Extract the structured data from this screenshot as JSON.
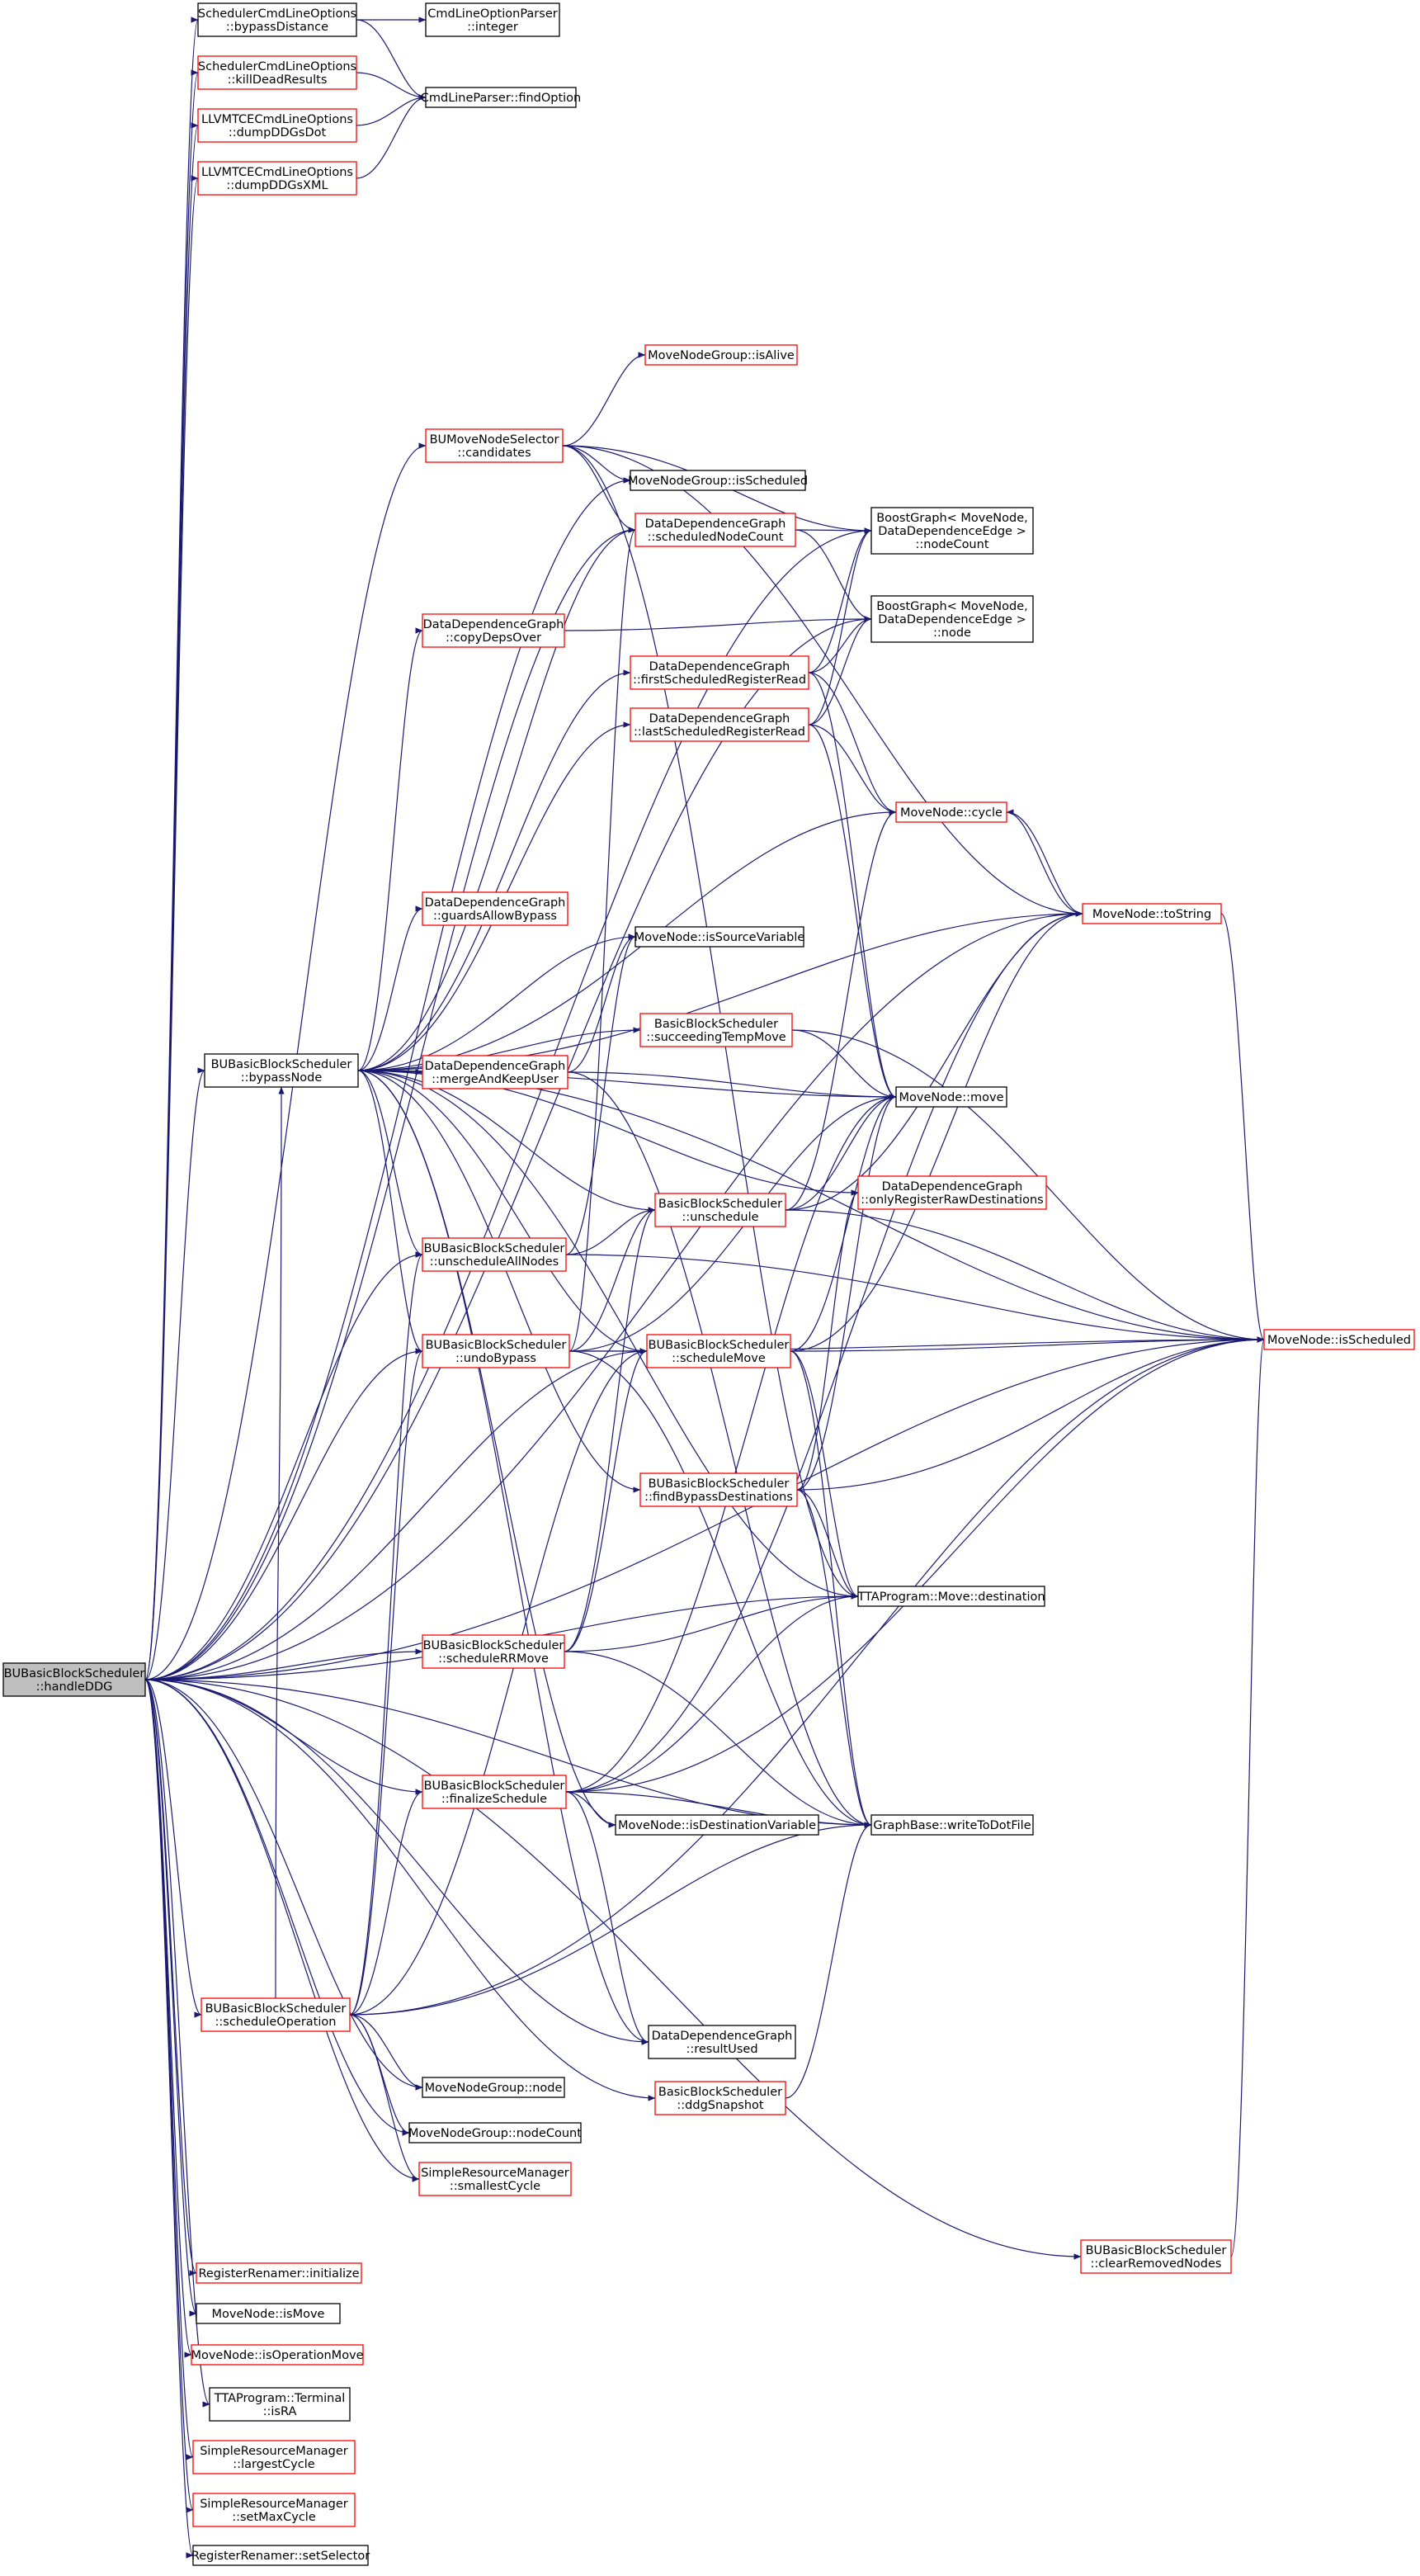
{
  "colors": {
    "edge": "#191970",
    "red_border": "#ff0000",
    "black_border": "#000000",
    "root_fill": "#bfbfbf",
    "node_fill": "#ffffff"
  },
  "nodes": [
    {
      "id": "handleDDG",
      "lines": [
        "BUBasicBlockScheduler",
        "::handleDDG"
      ],
      "style": "root"
    },
    {
      "id": "bypassDistance",
      "lines": [
        "SchedulerCmdLineOptions",
        "::bypassDistance"
      ],
      "style": "black"
    },
    {
      "id": "integer",
      "lines": [
        "CmdLineOptionParser",
        "::integer"
      ],
      "style": "black"
    },
    {
      "id": "killDeadResults",
      "lines": [
        "SchedulerCmdLineOptions",
        "::killDeadResults"
      ],
      "style": "red"
    },
    {
      "id": "findOption",
      "lines": [
        "CmdLineParser::findOption"
      ],
      "style": "black"
    },
    {
      "id": "dumpDDGsDot",
      "lines": [
        "LLVMTCECmdLineOptions",
        "::dumpDDGsDot"
      ],
      "style": "red"
    },
    {
      "id": "dumpDDGsXML",
      "lines": [
        "LLVMTCECmdLineOptions",
        "::dumpDDGsXML"
      ],
      "style": "red"
    },
    {
      "id": "isAlive",
      "lines": [
        "MoveNodeGroup::isAlive"
      ],
      "style": "red"
    },
    {
      "id": "candidates",
      "lines": [
        "BUMoveNodeSelector",
        "::candidates"
      ],
      "style": "red"
    },
    {
      "id": "isScheduledGroup",
      "lines": [
        "MoveNodeGroup::isScheduled"
      ],
      "style": "black"
    },
    {
      "id": "scheduledNodeCount",
      "lines": [
        "DataDependenceGraph",
        "::scheduledNodeCount"
      ],
      "style": "red"
    },
    {
      "id": "bgNodeCount",
      "lines": [
        "BoostGraph< MoveNode,",
        "DataDependenceEdge >",
        "::nodeCount"
      ],
      "style": "black"
    },
    {
      "id": "bgNode",
      "lines": [
        "BoostGraph< MoveNode,",
        "DataDependenceEdge >",
        "::node"
      ],
      "style": "black"
    },
    {
      "id": "copyDepsOver",
      "lines": [
        "DataDependenceGraph",
        "::copyDepsOver"
      ],
      "style": "red"
    },
    {
      "id": "firstScheduledRegisterRead",
      "lines": [
        "DataDependenceGraph",
        "::firstScheduledRegisterRead"
      ],
      "style": "red"
    },
    {
      "id": "lastScheduledRegisterRead",
      "lines": [
        "DataDependenceGraph",
        "::lastScheduledRegisterRead"
      ],
      "style": "red"
    },
    {
      "id": "cycle",
      "lines": [
        "MoveNode::cycle"
      ],
      "style": "red"
    },
    {
      "id": "toString",
      "lines": [
        "MoveNode::toString"
      ],
      "style": "red"
    },
    {
      "id": "guardsAllowBypass",
      "lines": [
        "DataDependenceGraph",
        "::guardsAllowBypass"
      ],
      "style": "red"
    },
    {
      "id": "isSourceVariable",
      "lines": [
        "MoveNode::isSourceVariable"
      ],
      "style": "black"
    },
    {
      "id": "succeedingTempMove",
      "lines": [
        "BasicBlockScheduler",
        "::succeedingTempMove"
      ],
      "style": "red"
    },
    {
      "id": "bypassNode",
      "lines": [
        "BUBasicBlockScheduler",
        "::bypassNode"
      ],
      "style": "black"
    },
    {
      "id": "mergeAndKeepUser",
      "lines": [
        "DataDependenceGraph",
        "::mergeAndKeepUser"
      ],
      "style": "red"
    },
    {
      "id": "move",
      "lines": [
        "MoveNode::move"
      ],
      "style": "black"
    },
    {
      "id": "onlyRegisterRawDestinations",
      "lines": [
        "DataDependenceGraph",
        "::onlyRegisterRawDestinations"
      ],
      "style": "red"
    },
    {
      "id": "unschedule",
      "lines": [
        "BasicBlockScheduler",
        "::unschedule"
      ],
      "style": "red"
    },
    {
      "id": "unscheduleAllNodes",
      "lines": [
        "BUBasicBlockScheduler",
        "::unscheduleAllNodes"
      ],
      "style": "red"
    },
    {
      "id": "undoBypass",
      "lines": [
        "BUBasicBlockScheduler",
        "::undoBypass"
      ],
      "style": "red"
    },
    {
      "id": "scheduleMove",
      "lines": [
        "BUBasicBlockScheduler",
        "::scheduleMove"
      ],
      "style": "red"
    },
    {
      "id": "isScheduledNode",
      "lines": [
        "MoveNode::isScheduled"
      ],
      "style": "red"
    },
    {
      "id": "findBypassDestinations",
      "lines": [
        "BUBasicBlockScheduler",
        "::findBypassDestinations"
      ],
      "style": "red"
    },
    {
      "id": "destination",
      "lines": [
        "TTAProgram::Move::destination"
      ],
      "style": "black"
    },
    {
      "id": "scheduleRRMove",
      "lines": [
        "BUBasicBlockScheduler",
        "::scheduleRRMove"
      ],
      "style": "red"
    },
    {
      "id": "finalizeSchedule",
      "lines": [
        "BUBasicBlockScheduler",
        "::finalizeSchedule"
      ],
      "style": "red"
    },
    {
      "id": "isDestinationVariable",
      "lines": [
        "MoveNode::isDestinationVariable"
      ],
      "style": "black"
    },
    {
      "id": "writeToDotFile",
      "lines": [
        "GraphBase::writeToDotFile"
      ],
      "style": "black"
    },
    {
      "id": "scheduleOperation",
      "lines": [
        "BUBasicBlockScheduler",
        "::scheduleOperation"
      ],
      "style": "red"
    },
    {
      "id": "resultUsed",
      "lines": [
        "DataDependenceGraph",
        "::resultUsed"
      ],
      "style": "black"
    },
    {
      "id": "ddgSnapshot",
      "lines": [
        "BasicBlockScheduler",
        "::ddgSnapshot"
      ],
      "style": "red"
    },
    {
      "id": "mngNode",
      "lines": [
        "MoveNodeGroup::node"
      ],
      "style": "black"
    },
    {
      "id": "mngNodeCount",
      "lines": [
        "MoveNodeGroup::nodeCount"
      ],
      "style": "black"
    },
    {
      "id": "smallestCycle",
      "lines": [
        "SimpleResourceManager",
        "::smallestCycle"
      ],
      "style": "red"
    },
    {
      "id": "clearRemovedNodes",
      "lines": [
        "BUBasicBlockScheduler",
        "::clearRemovedNodes"
      ],
      "style": "red"
    },
    {
      "id": "initialize",
      "lines": [
        "RegisterRenamer::initialize"
      ],
      "style": "red"
    },
    {
      "id": "isMove",
      "lines": [
        "MoveNode::isMove"
      ],
      "style": "black"
    },
    {
      "id": "isOperationMove",
      "lines": [
        "MoveNode::isOperationMove"
      ],
      "style": "red"
    },
    {
      "id": "isRA",
      "lines": [
        "TTAProgram::Terminal",
        "::isRA"
      ],
      "style": "black"
    },
    {
      "id": "largestCycle",
      "lines": [
        "SimpleResourceManager",
        "::largestCycle"
      ],
      "style": "red"
    },
    {
      "id": "setMaxCycle",
      "lines": [
        "SimpleResourceManager",
        "::setMaxCycle"
      ],
      "style": "red"
    },
    {
      "id": "setSelector",
      "lines": [
        "RegisterRenamer::setSelector"
      ],
      "style": "black"
    }
  ],
  "edges": [
    [
      "bypassDistance",
      "integer"
    ],
    [
      "bypassDistance",
      "findOption"
    ],
    [
      "killDeadResults",
      "findOption"
    ],
    [
      "dumpDDGsDot",
      "findOption"
    ],
    [
      "dumpDDGsXML",
      "findOption"
    ],
    [
      "handleDDG",
      "bypassDistance"
    ],
    [
      "handleDDG",
      "killDeadResults"
    ],
    [
      "handleDDG",
      "dumpDDGsDot"
    ],
    [
      "handleDDG",
      "dumpDDGsXML"
    ],
    [
      "handleDDG",
      "isScheduledNode"
    ],
    [
      "handleDDG",
      "bgNodeCount"
    ],
    [
      "handleDDG",
      "toString"
    ],
    [
      "handleDDG",
      "candidates"
    ],
    [
      "handleDDG",
      "isScheduledGroup"
    ],
    [
      "handleDDG",
      "scheduledNodeCount"
    ],
    [
      "handleDDG",
      "bgNode"
    ],
    [
      "handleDDG",
      "bypassNode"
    ],
    [
      "handleDDG",
      "unscheduleAllNodes"
    ],
    [
      "handleDDG",
      "undoBypass"
    ],
    [
      "handleDDG",
      "scheduleMove"
    ],
    [
      "handleDDG",
      "scheduleRRMove"
    ],
    [
      "handleDDG",
      "destination"
    ],
    [
      "handleDDG",
      "finalizeSchedule"
    ],
    [
      "handleDDG",
      "resultUsed"
    ],
    [
      "handleDDG",
      "ddgSnapshot"
    ],
    [
      "handleDDG",
      "scheduleOperation"
    ],
    [
      "handleDDG",
      "mngNode"
    ],
    [
      "handleDDG",
      "mngNodeCount"
    ],
    [
      "handleDDG",
      "smallestCycle"
    ],
    [
      "handleDDG",
      "writeToDotFile"
    ],
    [
      "handleDDG",
      "clearRemovedNodes"
    ],
    [
      "handleDDG",
      "initialize"
    ],
    [
      "handleDDG",
      "isMove"
    ],
    [
      "handleDDG",
      "isOperationMove"
    ],
    [
      "handleDDG",
      "isRA"
    ],
    [
      "handleDDG",
      "largestCycle"
    ],
    [
      "handleDDG",
      "setMaxCycle"
    ],
    [
      "handleDDG",
      "setSelector"
    ],
    [
      "candidates",
      "isAlive"
    ],
    [
      "candidates",
      "isScheduledGroup"
    ],
    [
      "candidates",
      "scheduledNodeCount"
    ],
    [
      "candidates",
      "bgNodeCount"
    ],
    [
      "candidates",
      "toString"
    ],
    [
      "candidates",
      "destination"
    ],
    [
      "scheduledNodeCount",
      "bgNodeCount"
    ],
    [
      "scheduledNodeCount",
      "bgNode"
    ],
    [
      "copyDepsOver",
      "bgNode"
    ],
    [
      "firstScheduledRegisterRead",
      "bgNodeCount"
    ],
    [
      "firstScheduledRegisterRead",
      "bgNode"
    ],
    [
      "firstScheduledRegisterRead",
      "cycle"
    ],
    [
      "firstScheduledRegisterRead",
      "move"
    ],
    [
      "lastScheduledRegisterRead",
      "bgNodeCount"
    ],
    [
      "lastScheduledRegisterRead",
      "bgNode"
    ],
    [
      "lastScheduledRegisterRead",
      "cycle"
    ],
    [
      "lastScheduledRegisterRead",
      "move"
    ],
    [
      "cycle",
      "toString"
    ],
    [
      "toString",
      "cycle"
    ],
    [
      "toString",
      "isScheduledNode"
    ],
    [
      "bypassNode",
      "copyDepsOver"
    ],
    [
      "bypassNode",
      "firstScheduledRegisterRead"
    ],
    [
      "bypassNode",
      "lastScheduledRegisterRead"
    ],
    [
      "bypassNode",
      "cycle"
    ],
    [
      "bypassNode",
      "toString"
    ],
    [
      "bypassNode",
      "guardsAllowBypass"
    ],
    [
      "bypassNode",
      "isSourceVariable"
    ],
    [
      "bypassNode",
      "succeedingTempMove"
    ],
    [
      "bypassNode",
      "mergeAndKeepUser"
    ],
    [
      "bypassNode",
      "move"
    ],
    [
      "bypassNode",
      "onlyRegisterRawDestinations"
    ],
    [
      "bypassNode",
      "unschedule"
    ],
    [
      "bypassNode",
      "scheduleMove"
    ],
    [
      "bypassNode",
      "findBypassDestinations"
    ],
    [
      "bypassNode",
      "destination"
    ],
    [
      "bypassNode",
      "isDestinationVariable"
    ],
    [
      "bypassNode",
      "resultUsed"
    ],
    [
      "bypassNode",
      "scheduledNodeCount"
    ],
    [
      "bypassNode",
      "isScheduledNode"
    ],
    [
      "bypassNode",
      "undoBypass"
    ],
    [
      "bypassNode",
      "unscheduleAllNodes"
    ],
    [
      "succeedingTempMove",
      "move"
    ],
    [
      "succeedingTempMove",
      "isScheduledNode"
    ],
    [
      "mergeAndKeepUser",
      "move"
    ],
    [
      "mergeAndKeepUser",
      "writeToDotFile"
    ],
    [
      "mergeAndKeepUser",
      "isSourceVariable"
    ],
    [
      "unschedule",
      "move"
    ],
    [
      "unschedule",
      "toString"
    ],
    [
      "unschedule",
      "isScheduledNode"
    ],
    [
      "unschedule",
      "cycle"
    ],
    [
      "unscheduleAllNodes",
      "unschedule"
    ],
    [
      "unscheduleAllNodes",
      "isScheduledNode"
    ],
    [
      "unscheduleAllNodes",
      "isSourceVariable"
    ],
    [
      "undoBypass",
      "unschedule"
    ],
    [
      "undoBypass",
      "scheduleMove"
    ],
    [
      "undoBypass",
      "move"
    ],
    [
      "undoBypass",
      "isScheduledNode"
    ],
    [
      "undoBypass",
      "writeToDotFile"
    ],
    [
      "undoBypass",
      "scheduledNodeCount"
    ],
    [
      "scheduleMove",
      "move"
    ],
    [
      "scheduleMove",
      "toString"
    ],
    [
      "scheduleMove",
      "isScheduledNode"
    ],
    [
      "scheduleMove",
      "destination"
    ],
    [
      "scheduleMove",
      "writeToDotFile"
    ],
    [
      "findBypassDestinations",
      "move"
    ],
    [
      "findBypassDestinations",
      "destination"
    ],
    [
      "findBypassDestinations",
      "isScheduledNode"
    ],
    [
      "findBypassDestinations",
      "writeToDotFile"
    ],
    [
      "findBypassDestinations",
      "onlyRegisterRawDestinations"
    ],
    [
      "scheduleRRMove",
      "destination"
    ],
    [
      "scheduleRRMove",
      "writeToDotFile"
    ],
    [
      "scheduleRRMove",
      "scheduleMove"
    ],
    [
      "scheduleRRMove",
      "unschedule"
    ],
    [
      "finalizeSchedule",
      "isDestinationVariable"
    ],
    [
      "finalizeSchedule",
      "writeToDotFile"
    ],
    [
      "finalizeSchedule",
      "resultUsed"
    ],
    [
      "finalizeSchedule",
      "toString"
    ],
    [
      "finalizeSchedule",
      "move"
    ],
    [
      "finalizeSchedule",
      "isScheduledNode"
    ],
    [
      "finalizeSchedule",
      "destination"
    ],
    [
      "scheduleOperation",
      "finalizeSchedule"
    ],
    [
      "scheduleOperation",
      "undoBypass"
    ],
    [
      "scheduleOperation",
      "unscheduleAllNodes"
    ],
    [
      "scheduleOperation",
      "mngNode"
    ],
    [
      "scheduleOperation",
      "mngNodeCount"
    ],
    [
      "scheduleOperation",
      "smallestCycle"
    ],
    [
      "scheduleOperation",
      "writeToDotFile"
    ],
    [
      "scheduleOperation",
      "bypassNode"
    ],
    [
      "scheduleOperation",
      "scheduleMove"
    ],
    [
      "scheduleOperation",
      "isScheduledNode"
    ],
    [
      "ddgSnapshot",
      "writeToDotFile"
    ],
    [
      "clearRemovedNodes",
      "isScheduledNode"
    ]
  ]
}
